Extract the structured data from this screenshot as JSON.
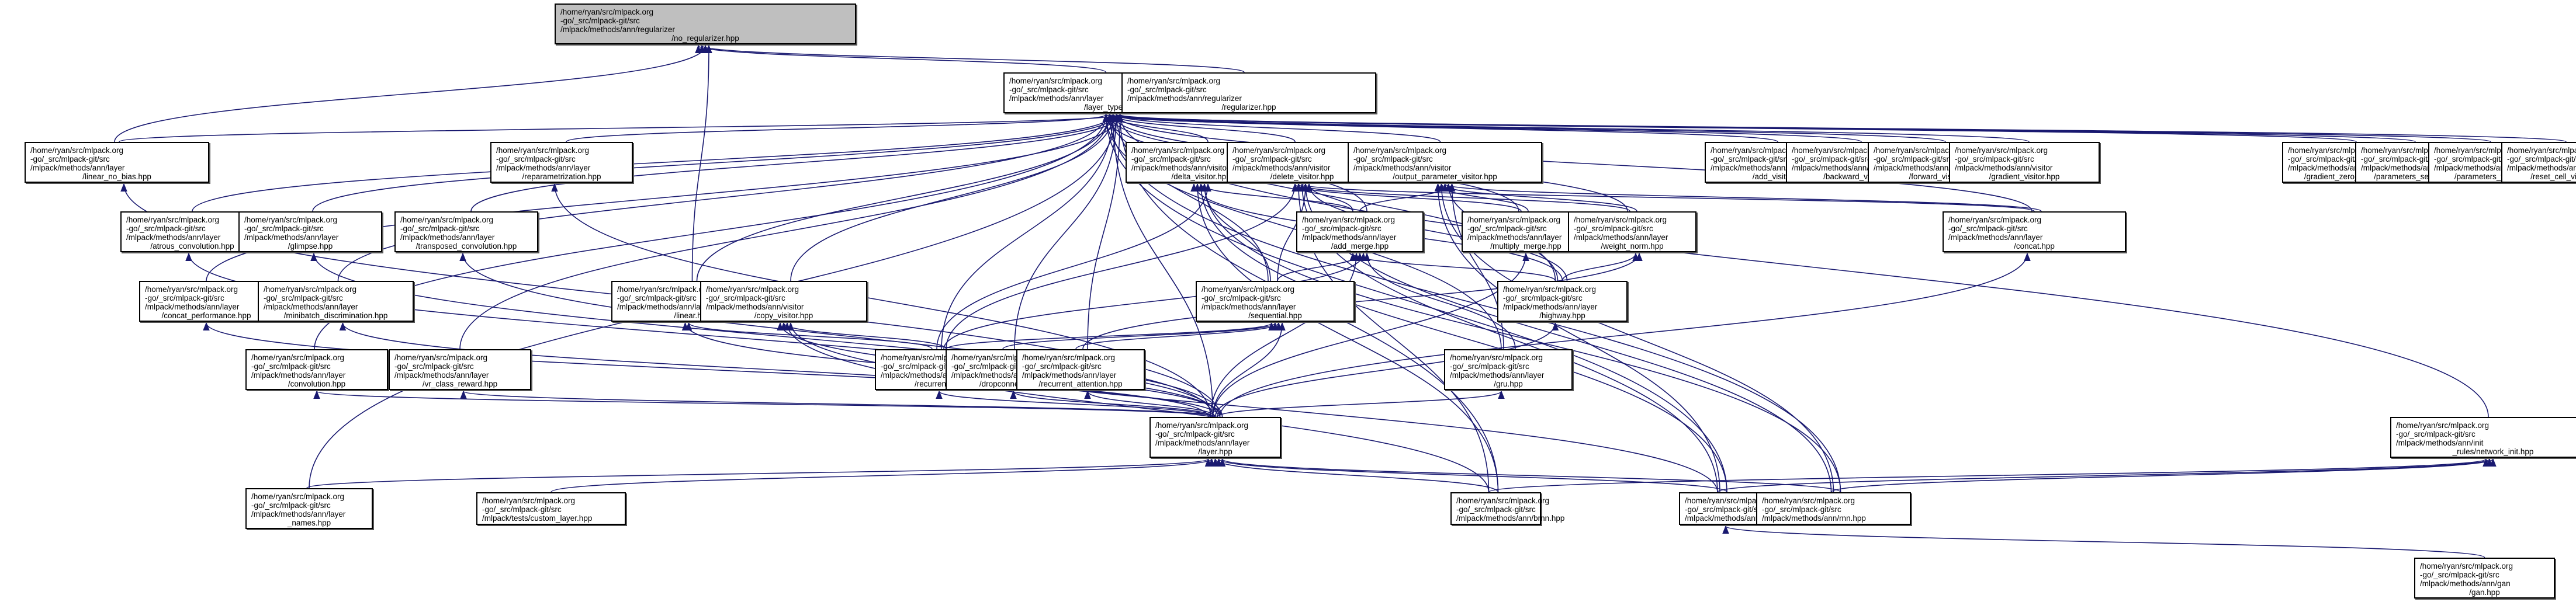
{
  "graph": {
    "title": "Include dependency graph (included by)",
    "edge_color": "#191970",
    "root_fill": "#bfbfbf",
    "nodes": [
      {
        "id": "no_regularizer",
        "lines": [
          "/home/ryan/src/mlpack.org",
          "-go/_src/mlpack-git/src",
          "/mlpack/methods/ann/regularizer",
          "/no_regularizer.hpp"
        ],
        "root": true
      },
      {
        "id": "layer_types",
        "lines": [
          "/home/ryan/src/mlpack.org",
          "-go/_src/mlpack-git/src",
          "/mlpack/methods/ann/layer",
          "/layer_types.hpp"
        ]
      },
      {
        "id": "regularizer",
        "lines": [
          "/home/ryan/src/mlpack.org",
          "-go/_src/mlpack-git/src",
          "/mlpack/methods/ann/regularizer",
          "/regularizer.hpp"
        ]
      },
      {
        "id": "linear_no_bias",
        "lines": [
          "/home/ryan/src/mlpack.org",
          "-go/_src/mlpack-git/src",
          "/mlpack/methods/ann/layer",
          "/linear_no_bias.hpp"
        ]
      },
      {
        "id": "reparametrization",
        "lines": [
          "/home/ryan/src/mlpack.org",
          "-go/_src/mlpack-git/src",
          "/mlpack/methods/ann/layer",
          "/reparametrization.hpp"
        ]
      },
      {
        "id": "delta_visitor",
        "lines": [
          "/home/ryan/src/mlpack.org",
          "-go/_src/mlpack-git/src",
          "/mlpack/methods/ann/visitor",
          "/delta_visitor.hpp"
        ]
      },
      {
        "id": "delete_visitor",
        "lines": [
          "/home/ryan/src/mlpack.org",
          "-go/_src/mlpack-git/src",
          "/mlpack/methods/ann/visitor",
          "/delete_visitor.hpp"
        ]
      },
      {
        "id": "output_parameter_visitor",
        "lines": [
          "/home/ryan/src/mlpack.org",
          "-go/_src/mlpack-git/src",
          "/mlpack/methods/ann/visitor",
          "/output_parameter_visitor.hpp"
        ]
      },
      {
        "id": "add_visitor",
        "lines": [
          "/home/ryan/src/mlpack.org",
          "-go/_src/mlpack-git/src",
          "/mlpack/methods/ann/visitor",
          "/add_visitor.hpp"
        ]
      },
      {
        "id": "backward_visitor",
        "lines": [
          "/home/ryan/src/mlpack.org",
          "-go/_src/mlpack-git/src",
          "/mlpack/methods/ann/visitor",
          "/backward_visitor.hpp"
        ]
      },
      {
        "id": "forward_visitor",
        "lines": [
          "/home/ryan/src/mlpack.org",
          "-go/_src/mlpack-git/src",
          "/mlpack/methods/ann/visitor",
          "/forward_visitor.hpp"
        ]
      },
      {
        "id": "gradient_visitor",
        "lines": [
          "/home/ryan/src/mlpack.org",
          "-go/_src/mlpack-git/src",
          "/mlpack/methods/ann/visitor",
          "/gradient_visitor.hpp"
        ]
      },
      {
        "id": "gradient_zero_visitor",
        "lines": [
          "/home/ryan/src/mlpack.org",
          "-go/_src/mlpack-git/src",
          "/mlpack/methods/ann/visitor",
          "/gradient_zero_visitor.hpp"
        ]
      },
      {
        "id": "parameters_set_visitor",
        "lines": [
          "/home/ryan/src/mlpack.org",
          "-go/_src/mlpack-git/src",
          "/mlpack/methods/ann/visitor",
          "/parameters_set_visitor.hpp"
        ]
      },
      {
        "id": "parameters_visitor",
        "lines": [
          "/home/ryan/src/mlpack.org",
          "-go/_src/mlpack-git/src",
          "/mlpack/methods/ann/visitor",
          "/parameters_visitor.hpp"
        ]
      },
      {
        "id": "reset_cell_visitor",
        "lines": [
          "/home/ryan/src/mlpack.org",
          "-go/_src/mlpack-git/src",
          "/mlpack/methods/ann/visitor",
          "/reset_cell_visitor.hpp"
        ]
      },
      {
        "id": "atrous_convolution",
        "lines": [
          "/home/ryan/src/mlpack.org",
          "-go/_src/mlpack-git/src",
          "/mlpack/methods/ann/layer",
          "/atrous_convolution.hpp"
        ]
      },
      {
        "id": "glimpse",
        "lines": [
          "/home/ryan/src/mlpack.org",
          "-go/_src/mlpack-git/src",
          "/mlpack/methods/ann/layer",
          "/glimpse.hpp"
        ]
      },
      {
        "id": "transposed_convolution",
        "lines": [
          "/home/ryan/src/mlpack.org",
          "-go/_src/mlpack-git/src",
          "/mlpack/methods/ann/layer",
          "/transposed_convolution.hpp"
        ]
      },
      {
        "id": "add_merge",
        "lines": [
          "/home/ryan/src/mlpack.org",
          "-go/_src/mlpack-git/src",
          "/mlpack/methods/ann/layer",
          "/add_merge.hpp"
        ]
      },
      {
        "id": "multiply_merge",
        "lines": [
          "/home/ryan/src/mlpack.org",
          "-go/_src/mlpack-git/src",
          "/mlpack/methods/ann/layer",
          "/multiply_merge.hpp"
        ]
      },
      {
        "id": "weight_norm",
        "lines": [
          "/home/ryan/src/mlpack.org",
          "-go/_src/mlpack-git/src",
          "/mlpack/methods/ann/layer",
          "/weight_norm.hpp"
        ]
      },
      {
        "id": "concat",
        "lines": [
          "/home/ryan/src/mlpack.org",
          "-go/_src/mlpack-git/src",
          "/mlpack/methods/ann/layer",
          "/concat.hpp"
        ]
      },
      {
        "id": "concat_performance",
        "lines": [
          "/home/ryan/src/mlpack.org",
          "-go/_src/mlpack-git/src",
          "/mlpack/methods/ann/layer",
          "/concat_performance.hpp"
        ]
      },
      {
        "id": "minibatch_discrimination",
        "lines": [
          "/home/ryan/src/mlpack.org",
          "-go/_src/mlpack-git/src",
          "/mlpack/methods/ann/layer",
          "/minibatch_discrimination.hpp"
        ]
      },
      {
        "id": "linear",
        "lines": [
          "/home/ryan/src/mlpack.org",
          "-go/_src/mlpack-git/src",
          "/mlpack/methods/ann/layer",
          "/linear.hpp"
        ]
      },
      {
        "id": "copy_visitor",
        "lines": [
          "/home/ryan/src/mlpack.org",
          "-go/_src/mlpack-git/src",
          "/mlpack/methods/ann/visitor",
          "/copy_visitor.hpp"
        ]
      },
      {
        "id": "sequential",
        "lines": [
          "/home/ryan/src/mlpack.org",
          "-go/_src/mlpack-git/src",
          "/mlpack/methods/ann/layer",
          "/sequential.hpp"
        ]
      },
      {
        "id": "highway",
        "lines": [
          "/home/ryan/src/mlpack.org",
          "-go/_src/mlpack-git/src",
          "/mlpack/methods/ann/layer",
          "/highway.hpp"
        ]
      },
      {
        "id": "convolution",
        "lines": [
          "/home/ryan/src/mlpack.org",
          "-go/_src/mlpack-git/src",
          "/mlpack/methods/ann/layer",
          "/convolution.hpp"
        ]
      },
      {
        "id": "vr_class_reward",
        "lines": [
          "/home/ryan/src/mlpack.org",
          "-go/_src/mlpack-git/src",
          "/mlpack/methods/ann/layer",
          "/vr_class_reward.hpp"
        ]
      },
      {
        "id": "recurrent",
        "lines": [
          "/home/ryan/src/mlpack.org",
          "-go/_src/mlpack-git/src",
          "/mlpack/methods/ann/layer",
          "/recurrent.hpp"
        ]
      },
      {
        "id": "dropconnect",
        "lines": [
          "/home/ryan/src/mlpack.org",
          "-go/_src/mlpack-git/src",
          "/mlpack/methods/ann/layer",
          "/dropconnect.hpp"
        ]
      },
      {
        "id": "recurrent_attention",
        "lines": [
          "/home/ryan/src/mlpack.org",
          "-go/_src/mlpack-git/src",
          "/mlpack/methods/ann/layer",
          "/recurrent_attention.hpp"
        ]
      },
      {
        "id": "gru",
        "lines": [
          "/home/ryan/src/mlpack.org",
          "-go/_src/mlpack-git/src",
          "/mlpack/methods/ann/layer",
          "/gru.hpp"
        ]
      },
      {
        "id": "network_init",
        "lines": [
          "/home/ryan/src/mlpack.org",
          "-go/_src/mlpack-git/src",
          "/mlpack/methods/ann/init",
          "_rules/network_init.hpp"
        ]
      },
      {
        "id": "layer",
        "lines": [
          "/home/ryan/src/mlpack.org",
          "-go/_src/mlpack-git/src",
          "/mlpack/methods/ann/layer",
          "/layer.hpp"
        ]
      },
      {
        "id": "layer_names",
        "lines": [
          "/home/ryan/src/mlpack.org",
          "-go/_src/mlpack-git/src",
          "/mlpack/methods/ann/layer",
          "_names.hpp"
        ]
      },
      {
        "id": "custom_layer",
        "lines": [
          "/home/ryan/src/mlpack.org",
          "-go/_src/mlpack-git/src",
          "/mlpack/tests/custom_layer.hpp"
        ],
        "left_last": true
      },
      {
        "id": "brnn",
        "lines": [
          "/home/ryan/src/mlpack.org",
          "-go/_src/mlpack-git/src",
          "/mlpack/methods/ann/brnn.hpp"
        ],
        "left_last": true
      },
      {
        "id": "ffn",
        "lines": [
          "/home/ryan/src/mlpack.org",
          "-go/_src/mlpack-git/src",
          "/mlpack/methods/ann/ffn.hpp"
        ],
        "left_last": true
      },
      {
        "id": "rnn",
        "lines": [
          "/home/ryan/src/mlpack.org",
          "-go/_src/mlpack-git/src",
          "/mlpack/methods/ann/rnn.hpp"
        ],
        "left_last": true
      },
      {
        "id": "gan",
        "lines": [
          "/home/ryan/src/mlpack.org",
          "-go/_src/mlpack-git/src",
          "/mlpack/methods/ann/gan",
          "/gan.hpp"
        ]
      }
    ],
    "edges": [
      [
        "layer_types",
        "no_regularizer"
      ],
      [
        "regularizer",
        "no_regularizer"
      ],
      [
        "linear_no_bias",
        "no_regularizer"
      ],
      [
        "linear",
        "no_regularizer"
      ],
      [
        "linear_no_bias",
        "layer_types"
      ],
      [
        "reparametrization",
        "layer_types"
      ],
      [
        "delta_visitor",
        "layer_types"
      ],
      [
        "delete_visitor",
        "layer_types"
      ],
      [
        "output_parameter_visitor",
        "layer_types"
      ],
      [
        "add_visitor",
        "layer_types"
      ],
      [
        "backward_visitor",
        "layer_types"
      ],
      [
        "forward_visitor",
        "layer_types"
      ],
      [
        "gradient_visitor",
        "layer_types"
      ],
      [
        "gradient_zero_visitor",
        "layer_types"
      ],
      [
        "parameters_set_visitor",
        "layer_types"
      ],
      [
        "parameters_visitor",
        "layer_types"
      ],
      [
        "reset_cell_visitor",
        "layer_types"
      ],
      [
        "atrous_convolution",
        "layer_types"
      ],
      [
        "glimpse",
        "layer_types"
      ],
      [
        "transposed_convolution",
        "layer_types"
      ],
      [
        "add_merge",
        "layer_types"
      ],
      [
        "multiply_merge",
        "layer_types"
      ],
      [
        "weight_norm",
        "layer_types"
      ],
      [
        "concat",
        "layer_types"
      ],
      [
        "concat_performance",
        "layer_types"
      ],
      [
        "minibatch_discrimination",
        "layer_types"
      ],
      [
        "linear",
        "layer_types"
      ],
      [
        "copy_visitor",
        "layer_types"
      ],
      [
        "sequential",
        "layer_types"
      ],
      [
        "highway",
        "layer_types"
      ],
      [
        "convolution",
        "layer_types"
      ],
      [
        "vr_class_reward",
        "layer_types"
      ],
      [
        "recurrent",
        "layer_types"
      ],
      [
        "dropconnect",
        "layer_types"
      ],
      [
        "recurrent_attention",
        "layer_types"
      ],
      [
        "gru",
        "layer_types"
      ],
      [
        "network_init",
        "layer_types"
      ],
      [
        "layer",
        "layer_types"
      ],
      [
        "layer_names",
        "layer_types"
      ],
      [
        "brnn",
        "layer_types"
      ],
      [
        "ffn",
        "layer_types"
      ],
      [
        "rnn",
        "layer_types"
      ],
      [
        "add_merge",
        "delta_visitor"
      ],
      [
        "sequential",
        "delta_visitor"
      ],
      [
        "recurrent",
        "delta_visitor"
      ],
      [
        "highway",
        "delta_visitor"
      ],
      [
        "brnn",
        "delta_visitor"
      ],
      [
        "ffn",
        "delta_visitor"
      ],
      [
        "rnn",
        "delta_visitor"
      ],
      [
        "add_merge",
        "delete_visitor"
      ],
      [
        "multiply_merge",
        "delete_visitor"
      ],
      [
        "weight_norm",
        "delete_visitor"
      ],
      [
        "concat",
        "delete_visitor"
      ],
      [
        "sequential",
        "delete_visitor"
      ],
      [
        "highway",
        "delete_visitor"
      ],
      [
        "recurrent",
        "delete_visitor"
      ],
      [
        "brnn",
        "delete_visitor"
      ],
      [
        "ffn",
        "delete_visitor"
      ],
      [
        "rnn",
        "delete_visitor"
      ],
      [
        "add_merge",
        "output_parameter_visitor"
      ],
      [
        "multiply_merge",
        "output_parameter_visitor"
      ],
      [
        "weight_norm",
        "output_parameter_visitor"
      ],
      [
        "concat",
        "output_parameter_visitor"
      ],
      [
        "highway",
        "output_parameter_visitor"
      ],
      [
        "gru",
        "output_parameter_visitor"
      ],
      [
        "ffn",
        "output_parameter_visitor"
      ],
      [
        "rnn",
        "output_parameter_visitor"
      ],
      [
        "sequential",
        "add_merge"
      ],
      [
        "recurrent",
        "add_merge"
      ],
      [
        "gru",
        "add_merge"
      ],
      [
        "highway",
        "add_merge"
      ],
      [
        "layer",
        "add_merge"
      ],
      [
        "layer",
        "multiply_merge"
      ],
      [
        "highway",
        "weight_norm"
      ],
      [
        "recurrent_attention",
        "weight_norm"
      ],
      [
        "layer",
        "concat"
      ],
      [
        "recurrent",
        "sequential"
      ],
      [
        "dropconnect",
        "sequential"
      ],
      [
        "recurrent_attention",
        "sequential"
      ],
      [
        "layer",
        "sequential"
      ],
      [
        "layer",
        "highway"
      ],
      [
        "layer",
        "atrous_convolution"
      ],
      [
        "layer",
        "concat_performance"
      ],
      [
        "layer",
        "glimpse"
      ],
      [
        "layer",
        "minibatch_discrimination"
      ],
      [
        "layer",
        "reparametrization"
      ],
      [
        "layer",
        "transposed_convolution"
      ],
      [
        "layer",
        "convolution"
      ],
      [
        "layer",
        "vr_class_reward"
      ],
      [
        "layer",
        "linear_no_bias"
      ],
      [
        "layer",
        "linear"
      ],
      [
        "recurrent",
        "linear"
      ],
      [
        "layer",
        "recurrent"
      ],
      [
        "layer",
        "dropconnect"
      ],
      [
        "layer",
        "recurrent_attention"
      ],
      [
        "layer",
        "gru"
      ],
      [
        "layer",
        "copy_visitor"
      ],
      [
        "recurrent",
        "copy_visitor"
      ],
      [
        "brnn",
        "copy_visitor"
      ],
      [
        "ffn",
        "copy_visitor"
      ],
      [
        "layer_names",
        "layer"
      ],
      [
        "custom_layer",
        "layer"
      ],
      [
        "brnn",
        "layer"
      ],
      [
        "ffn",
        "layer"
      ],
      [
        "rnn",
        "layer"
      ],
      [
        "brnn",
        "network_init"
      ],
      [
        "ffn",
        "network_init"
      ],
      [
        "rnn",
        "network_init"
      ],
      [
        "gan",
        "ffn"
      ]
    ]
  }
}
